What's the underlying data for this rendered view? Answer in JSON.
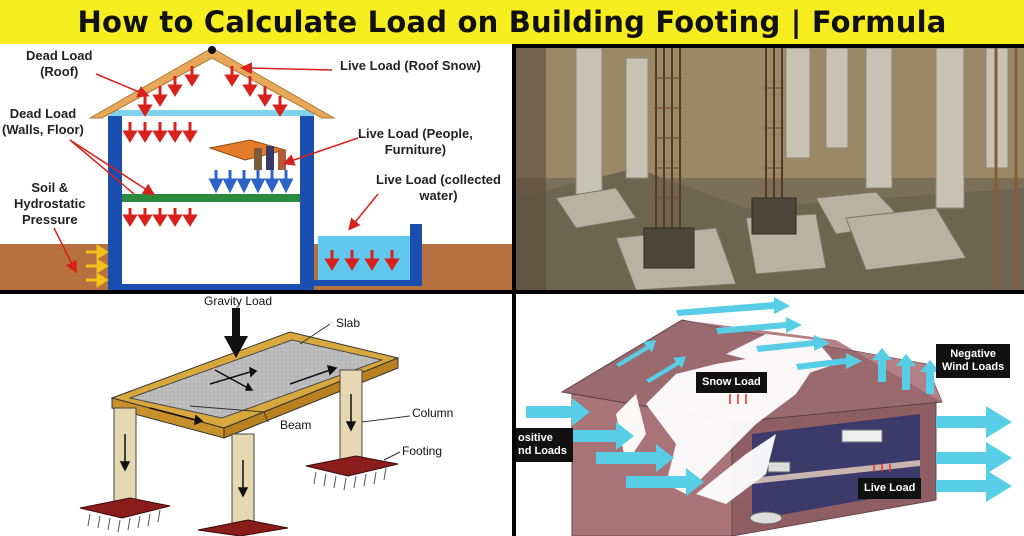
{
  "banner": {
    "title": "How to Calculate Load on Building Footing | Formula"
  },
  "house_diagram": {
    "dead_load_roof": "Dead Load\n(Roof)",
    "dead_load_walls": "Dead Load\n(Walls, Floor)",
    "soil_pressure": "Soil &\nHydrostatic\nPressure",
    "live_load_snow": "Live Load (Roof Snow)",
    "live_load_people": "Live Load (People,\nFurniture)",
    "live_load_water": "Live Load (collected\nwater)",
    "colors": {
      "roof": "#e7a85a",
      "wall": "#1a4fb0",
      "floor": "#2c8a3d",
      "ground": "#b7703f",
      "arrow_red": "#d8201d",
      "arrow_blue": "#2d63c9",
      "water": "#5fc8ec"
    }
  },
  "photo": {
    "description_icon": "construction-site-photo"
  },
  "structure_diagram": {
    "gravity_load": "Gravity Load",
    "slab": "Slab",
    "beam": "Beam",
    "column": "Column",
    "footing": "Footing",
    "colors": {
      "wood": "#d9a83c",
      "column": "#e6d8b0",
      "footing": "#8b1c1c"
    }
  },
  "wind_diagram": {
    "snow_load": "Snow Load",
    "negative_wind": "Negative\nWind Loads",
    "positive_wind": "ositive\nnd Loads",
    "live_load": "Live Load",
    "colors": {
      "house": "#9b6a6e",
      "arrow": "#57cde6"
    }
  }
}
